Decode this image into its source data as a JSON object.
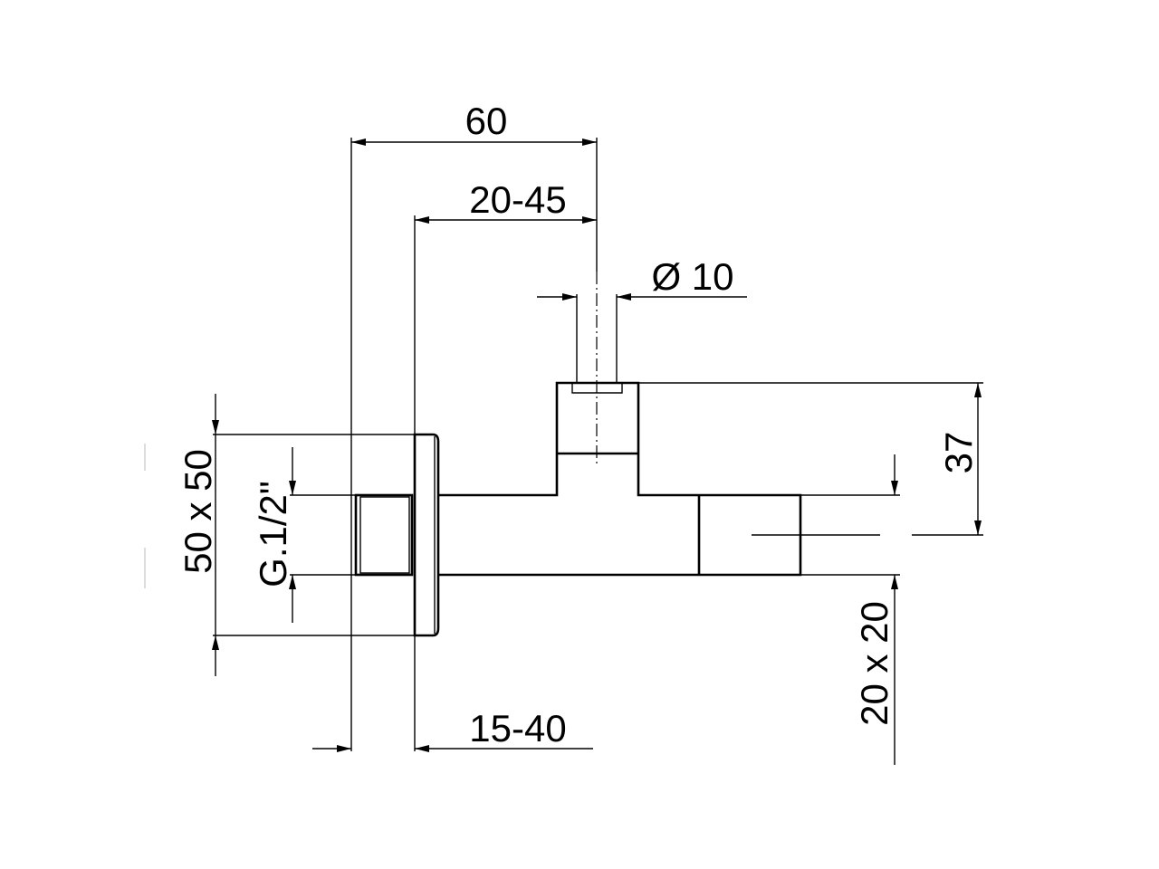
{
  "dimensions": {
    "overall_depth": "60",
    "stem_offset": "20-45",
    "stem_diameter": "Ø 10",
    "stem_height": "37",
    "outlet_size": "20 x 20",
    "flange_size": "50 x 50",
    "inlet_thread": "G.1/2\"",
    "wall_depth": "15-40"
  }
}
